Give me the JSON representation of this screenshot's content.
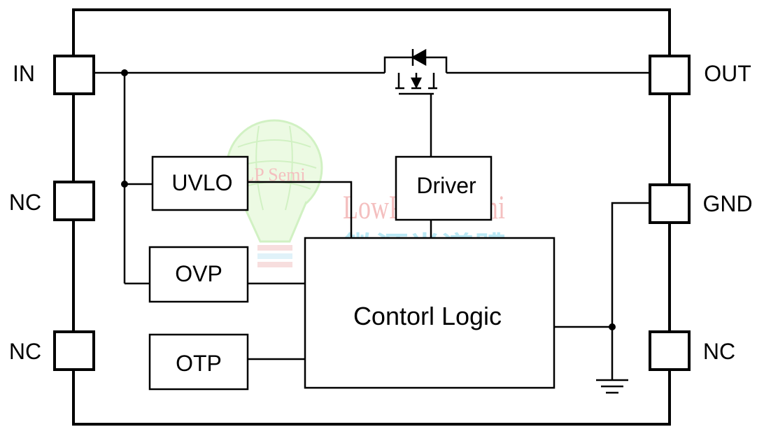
{
  "pins": {
    "in": "IN",
    "nc_left_1": "NC",
    "nc_left_2": "NC",
    "out": "OUT",
    "gnd": "GND",
    "nc_right": "NC"
  },
  "blocks": {
    "uvlo": "UVLO",
    "ovp": "OVP",
    "otp": "OTP",
    "driver": "Driver",
    "logic": "Contorl Logic"
  },
  "watermark": {
    "logo": "LP Semi",
    "brand": "LowPowerSemi",
    "cjk": "微源半導體"
  },
  "colors": {
    "line": "#000000",
    "watermark_green": "#7ed957",
    "watermark_red": "#e24b4b",
    "watermark_cyan": "#3cc0e0"
  }
}
